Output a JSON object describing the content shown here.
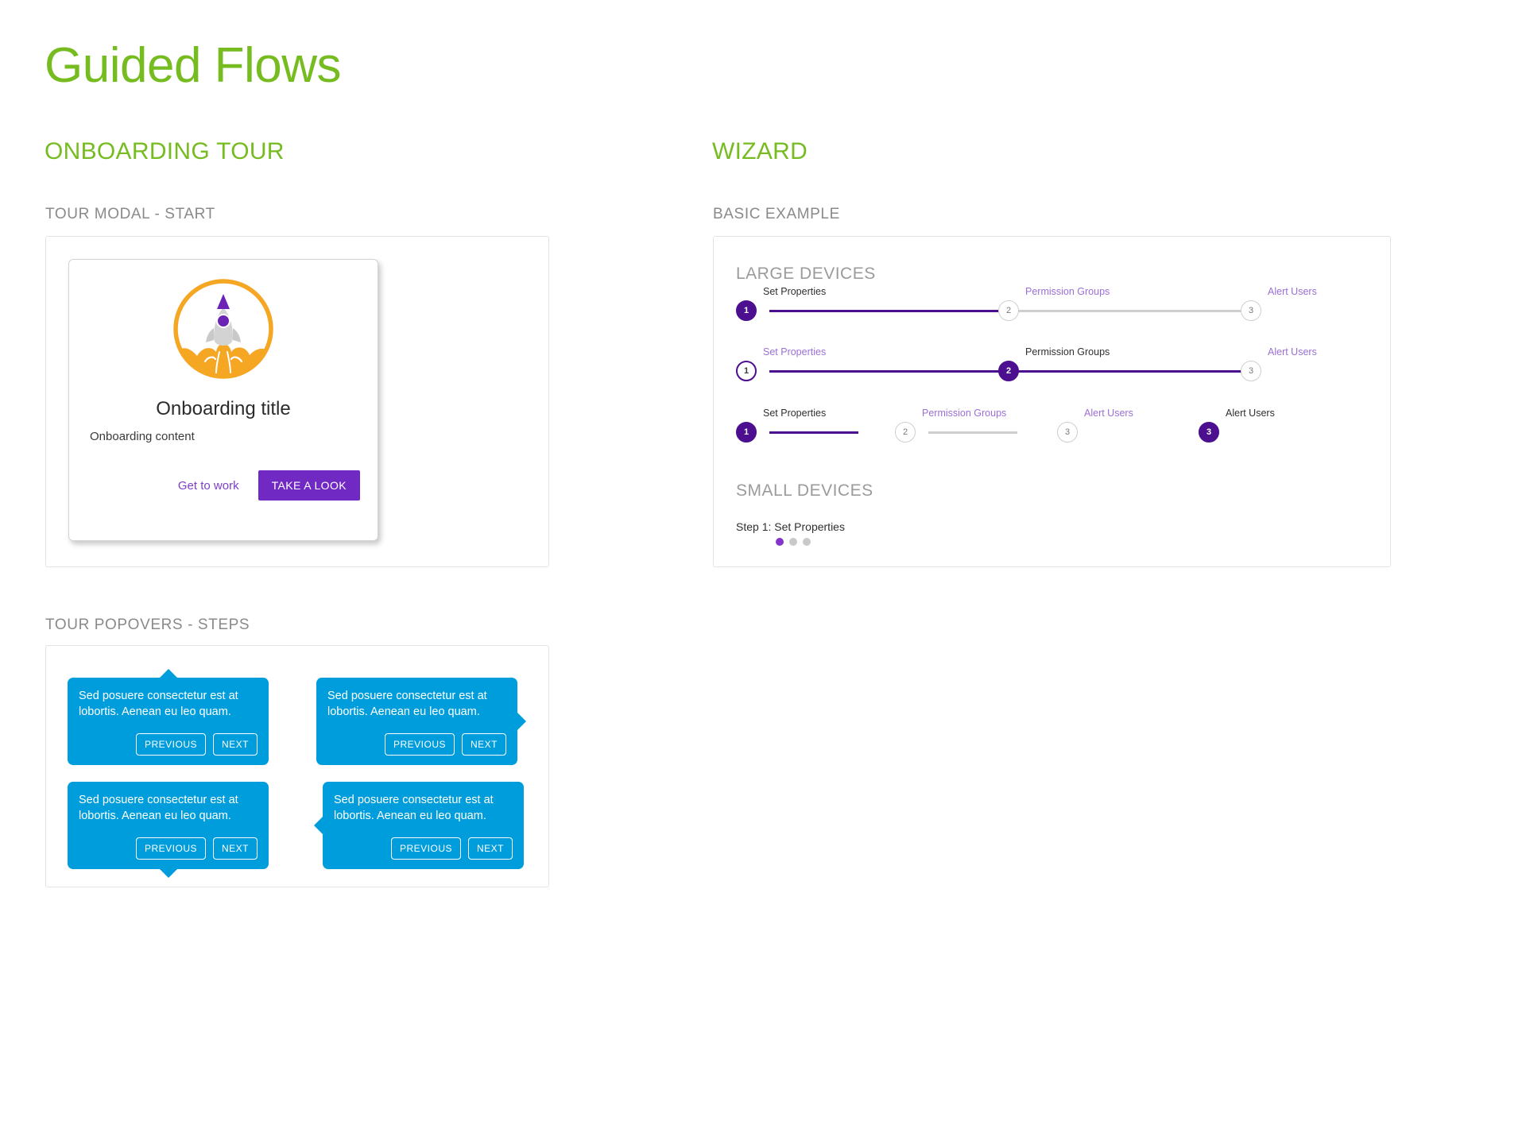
{
  "page": {
    "title": "Guided Flows",
    "accent_green": "#76bc21",
    "accent_purple": "#7129c4",
    "deep_purple": "#4b0f8f",
    "popover_blue": "#009ddc",
    "rocket_orange": "#f5a623"
  },
  "left_column": {
    "section_title": "ONBOARDING TOUR",
    "tour_modal": {
      "sub_title": "TOUR MODAL - START",
      "icon": "rocket-icon",
      "title": "Onboarding title",
      "content": "Onboarding content",
      "secondary_label": "Get to work",
      "primary_label": "TAKE A LOOK"
    },
    "tour_popovers": {
      "sub_title": "TOUR POPOVERS - STEPS",
      "items": [
        {
          "text": "Sed posuere consectetur est at lobortis. Aenean eu leo quam.",
          "previous_label": "PREVIOUS",
          "next_label": "NEXT",
          "arrow": "top"
        },
        {
          "text": "Sed posuere consectetur est at lobortis. Aenean eu leo quam.",
          "previous_label": "PREVIOUS",
          "next_label": "NEXT",
          "arrow": "right"
        },
        {
          "text": "Sed posuere consectetur est at lobortis. Aenean eu leo quam.",
          "previous_label": "PREVIOUS",
          "next_label": "NEXT",
          "arrow": "bottom"
        },
        {
          "text": "Sed posuere consectetur est at lobortis. Aenean eu leo quam.",
          "previous_label": "PREVIOUS",
          "next_label": "NEXT",
          "arrow": "left"
        }
      ]
    }
  },
  "right_column": {
    "section_title": "WIZARD",
    "basic_example": {
      "sub_title": "BASIC EXAMPLE",
      "large_devices_title": "LARGE DEVICES",
      "small_devices_title": "SMALL DEVICES",
      "rows": [
        {
          "steps": [
            {
              "number": "1",
              "label": "Set Properties",
              "state": "active",
              "label_muted": false
            },
            {
              "number": "2",
              "label": "Permission Groups",
              "state": "pending",
              "label_muted": true
            },
            {
              "number": "3",
              "label": "Alert Users",
              "state": "pending",
              "label_muted": true
            }
          ]
        },
        {
          "steps": [
            {
              "number": "1",
              "label": "Set Properties",
              "state": "current",
              "label_muted": true
            },
            {
              "number": "2",
              "label": "Permission Groups",
              "state": "active",
              "label_muted": false
            },
            {
              "number": "3",
              "label": "Alert Users",
              "state": "pending",
              "label_muted": true
            }
          ]
        },
        {
          "steps": [
            {
              "number": "1",
              "label": "Set Properties",
              "state": "active",
              "label_muted": false
            },
            {
              "number": "2",
              "label": "Permission Groups",
              "state": "pending",
              "label_muted": true
            },
            {
              "number": "3",
              "label": "Alert Users",
              "state": "pending",
              "label_muted": true
            },
            {
              "number": "3",
              "label": "Alert Users",
              "state": "active",
              "label_muted": false
            }
          ]
        }
      ],
      "small_devices": {
        "step_label": "Step 1: Set Properties",
        "dots_total": 3,
        "dots_active_index": 0
      }
    }
  }
}
